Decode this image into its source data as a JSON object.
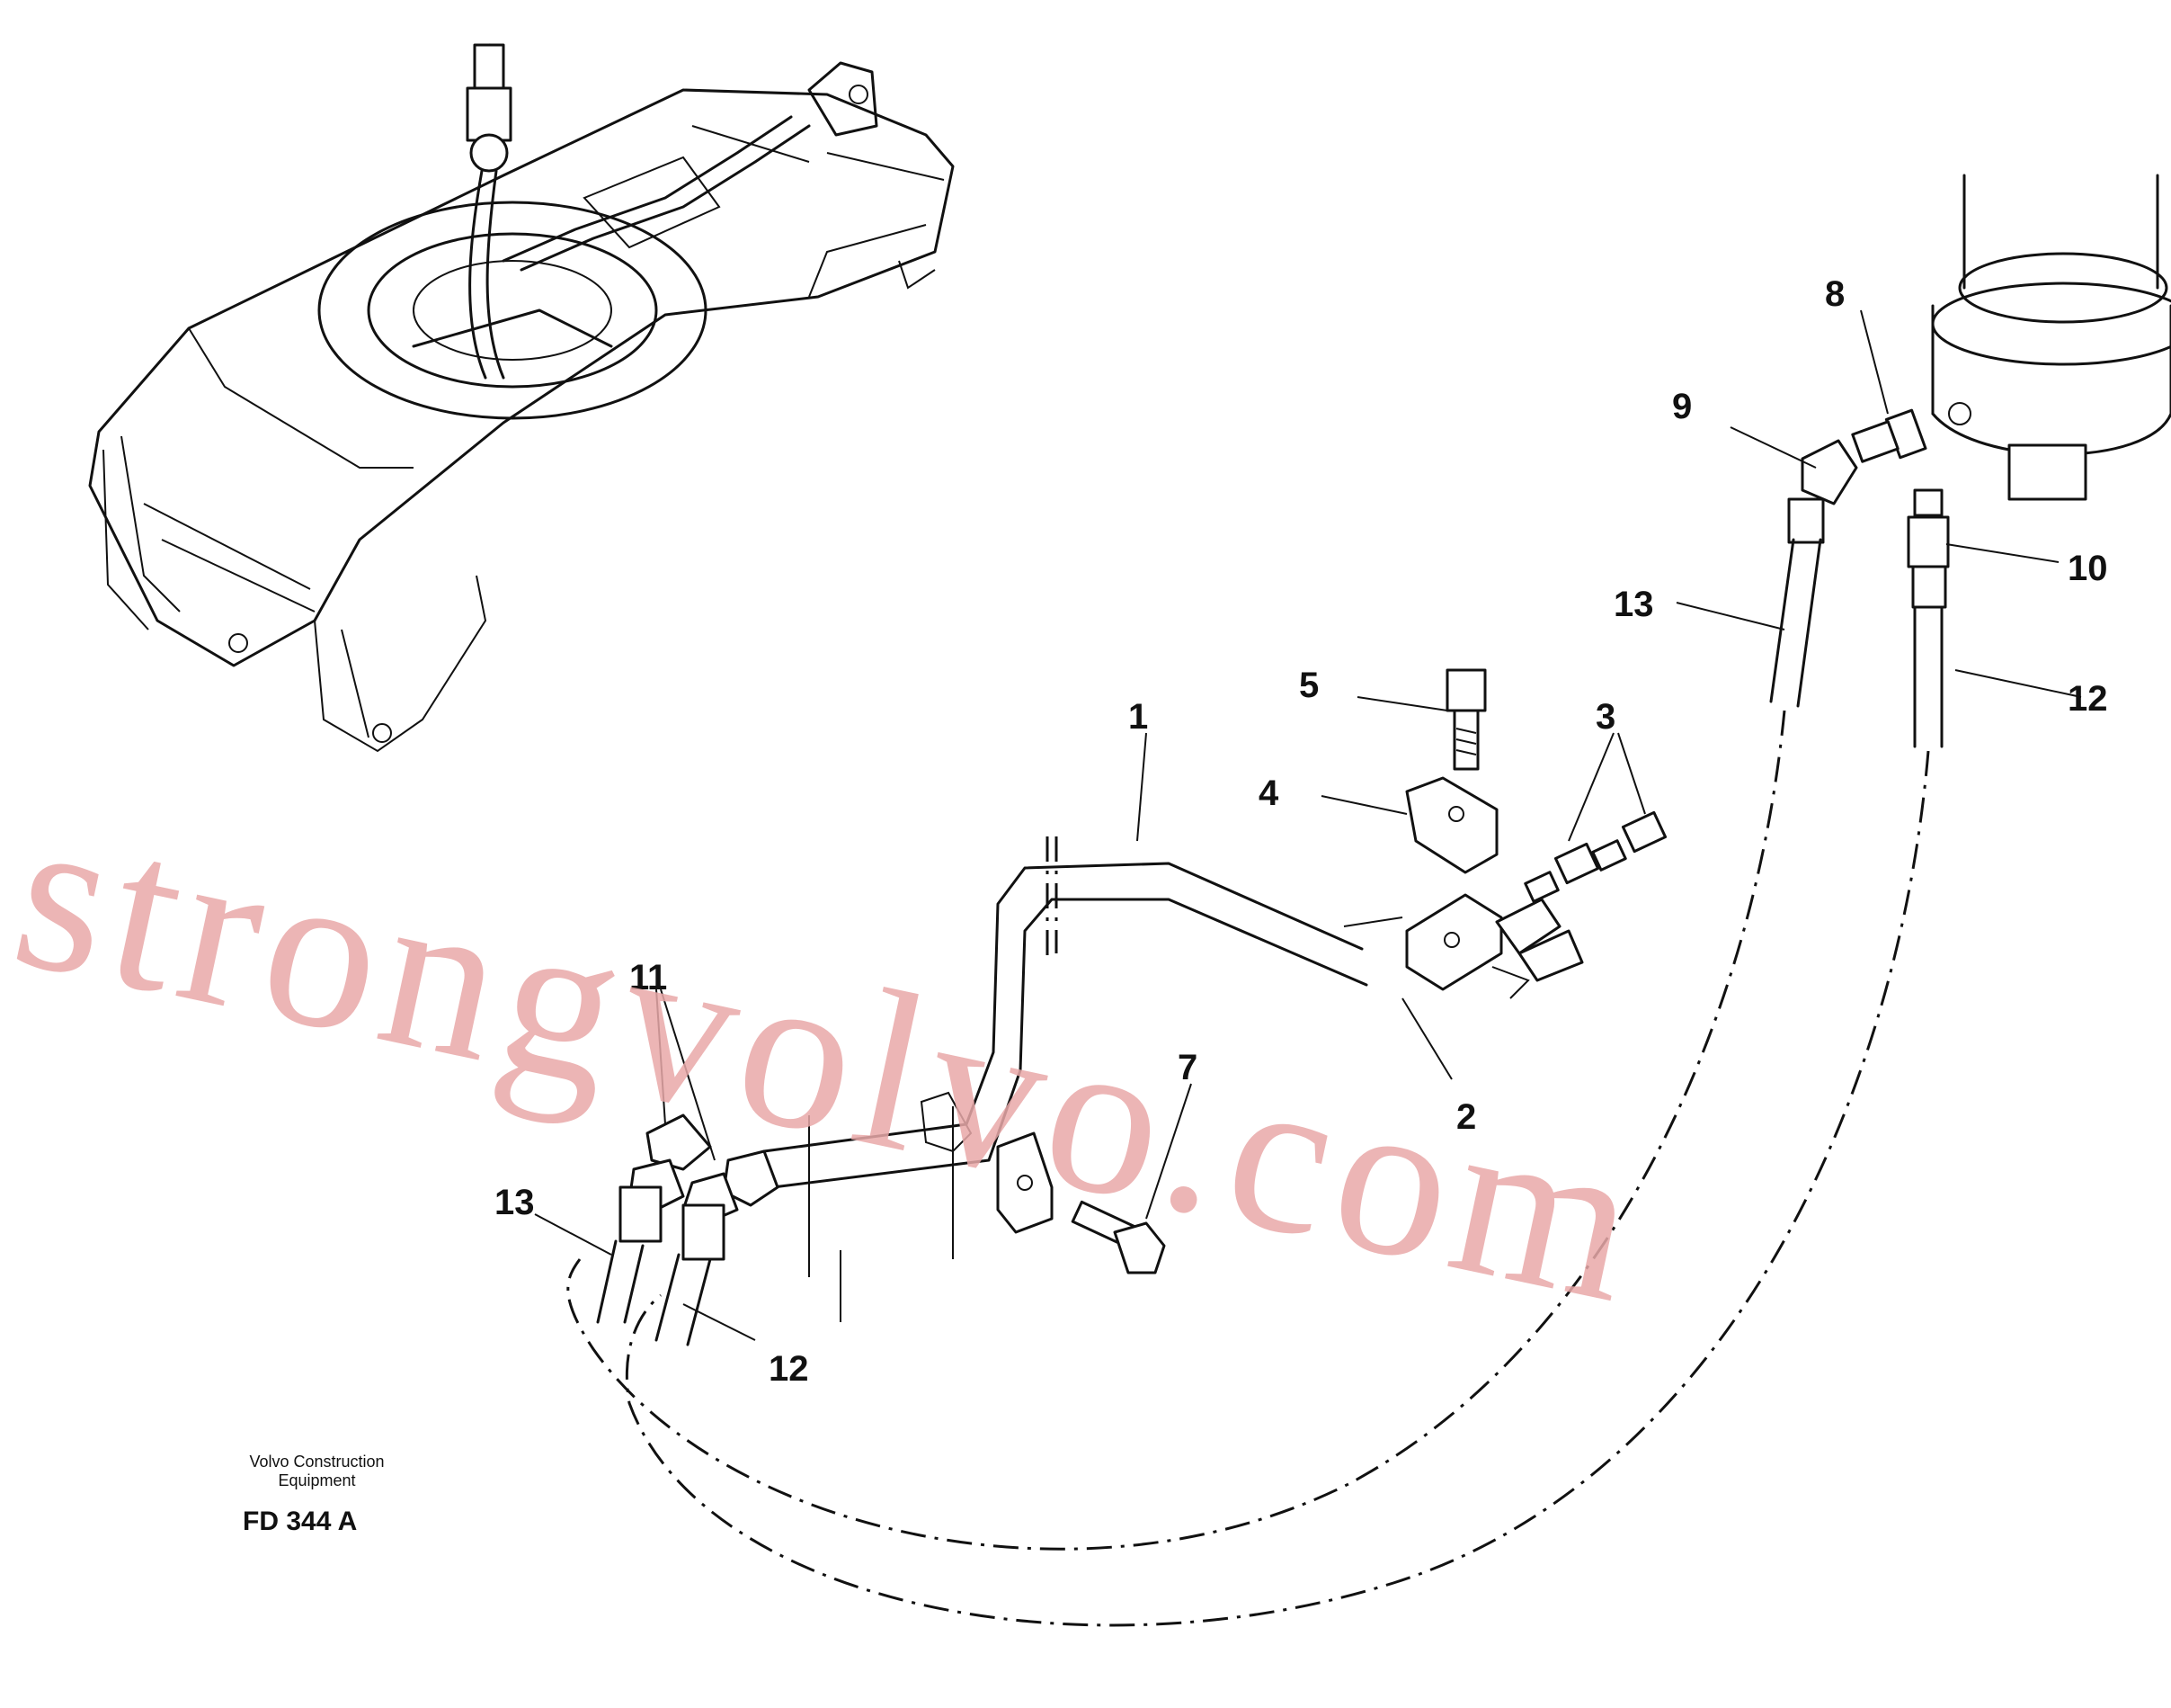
{
  "diagram": {
    "callouts": [
      {
        "id": "c1",
        "text": "1"
      },
      {
        "id": "c2",
        "text": "2"
      },
      {
        "id": "c3",
        "text": "3"
      },
      {
        "id": "c4",
        "text": "4"
      },
      {
        "id": "c5",
        "text": "5"
      },
      {
        "id": "c7",
        "text": "7"
      },
      {
        "id": "c8",
        "text": "8"
      },
      {
        "id": "c9",
        "text": "9"
      },
      {
        "id": "c10",
        "text": "10"
      },
      {
        "id": "c11",
        "text": "11"
      },
      {
        "id": "c12a",
        "text": "12"
      },
      {
        "id": "c12b",
        "text": "12"
      },
      {
        "id": "c13a",
        "text": "13"
      },
      {
        "id": "c13b",
        "text": "13"
      }
    ],
    "caption": {
      "brand_line1": "Volvo Construction",
      "brand_line2": "Equipment",
      "code": "FD 344 A"
    },
    "watermark": "strongvolvo.com"
  }
}
